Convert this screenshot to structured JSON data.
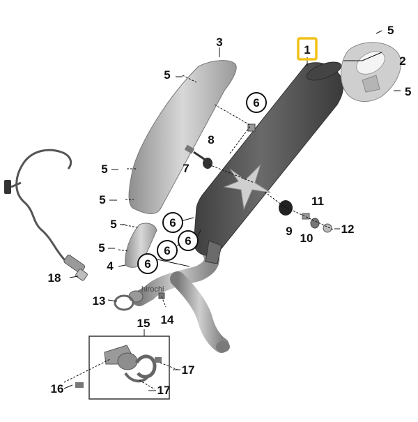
{
  "watermark": "hirochi",
  "callouts": {
    "c1": "1",
    "c2": "2",
    "c3": "3",
    "c4": "4",
    "c5a": "5",
    "c5b": "5",
    "c5c": "5",
    "c5d": "5",
    "c5e": "5",
    "c5f": "5",
    "c5g": "5",
    "c6a": "6",
    "c6b": "6",
    "c6c": "6",
    "c6d": "6",
    "c6e": "6",
    "c7": "7",
    "c8": "8",
    "c9": "9",
    "c10": "10",
    "c11": "11",
    "c12": "12",
    "c13": "13",
    "c14": "14",
    "c15": "15",
    "c16": "16",
    "c17a": "17",
    "c17b": "17",
    "c18": "18"
  },
  "colors": {
    "highlight": "#f2c21a",
    "muffler": "#545454",
    "heat_shield": "#b9b9b9",
    "pipe": "#9e9e9e"
  }
}
